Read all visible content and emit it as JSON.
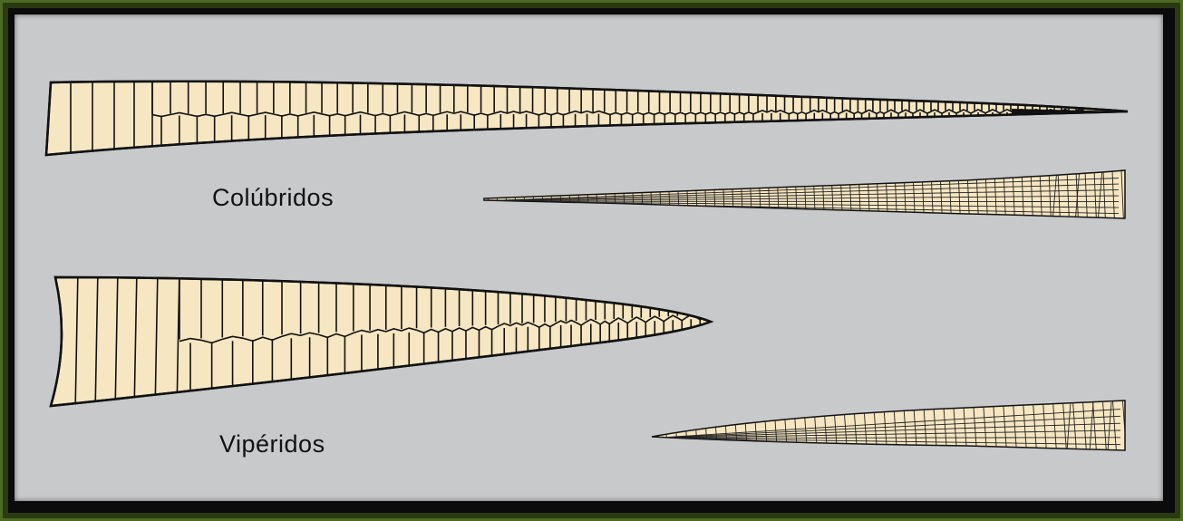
{
  "labels": {
    "colubridos": "Colúbridos",
    "viperidos": "Vipéridos"
  },
  "colors": {
    "scale_fill": "#f6e6c2",
    "scale_outline": "#111111",
    "panel_background": "#c8c9cb",
    "frame_green": "#4d6a22"
  },
  "figures": [
    {
      "name": "colubrid-tail-ventral",
      "group": "colubridos"
    },
    {
      "name": "colubrid-tail-dorsal",
      "group": "colubridos"
    },
    {
      "name": "viperid-tail-ventral",
      "group": "viperidos"
    },
    {
      "name": "viperid-tail-dorsal",
      "group": "viperidos"
    }
  ]
}
